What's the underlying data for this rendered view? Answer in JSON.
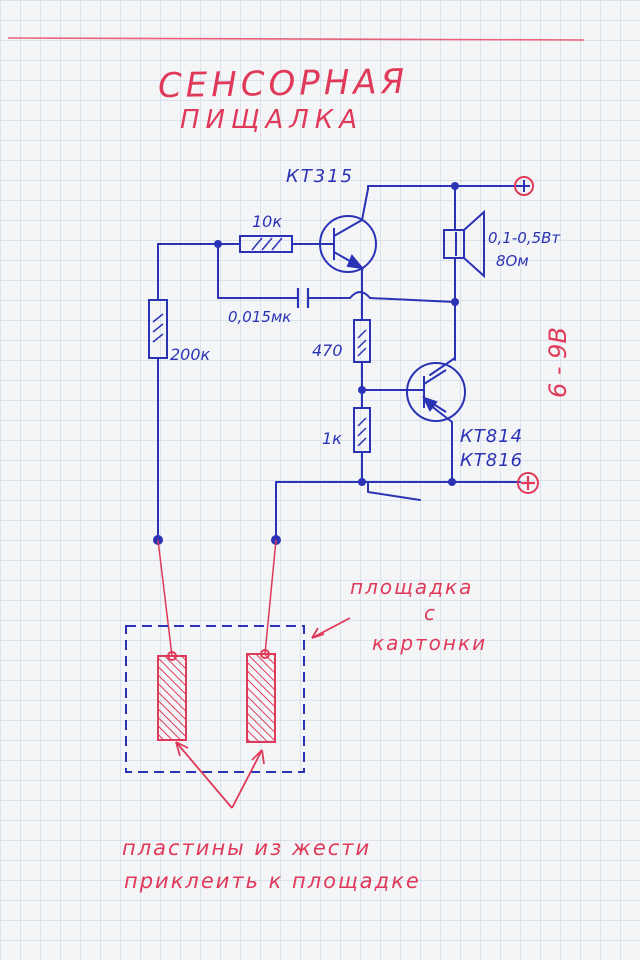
{
  "title": {
    "line1": "СЕНСОРНАЯ",
    "line2": "ПИЩАЛКА"
  },
  "components": {
    "transistor1": "КТ315",
    "resistor_10k": "10к",
    "capacitor": "0,015мк",
    "resistor_200k": "200к",
    "resistor_470": "470",
    "resistor_1k": "1к",
    "transistor2_a": "КТ814",
    "transistor2_b": "КТ816",
    "speaker_power": "0,1-0,5Вт",
    "speaker_impedance": "8Ом",
    "supply_voltage": "6 - 9В"
  },
  "pad": {
    "line1": "площадка",
    "line2": "с",
    "line3": "картонки"
  },
  "plates": {
    "line1": "пластины из жести",
    "line2": "приклеить к площадке"
  },
  "colors": {
    "ink_blue": "#2b33b5",
    "ink_red": "#e03a5a",
    "grid": "#c3cde6",
    "margin_line": "#e8607a"
  }
}
